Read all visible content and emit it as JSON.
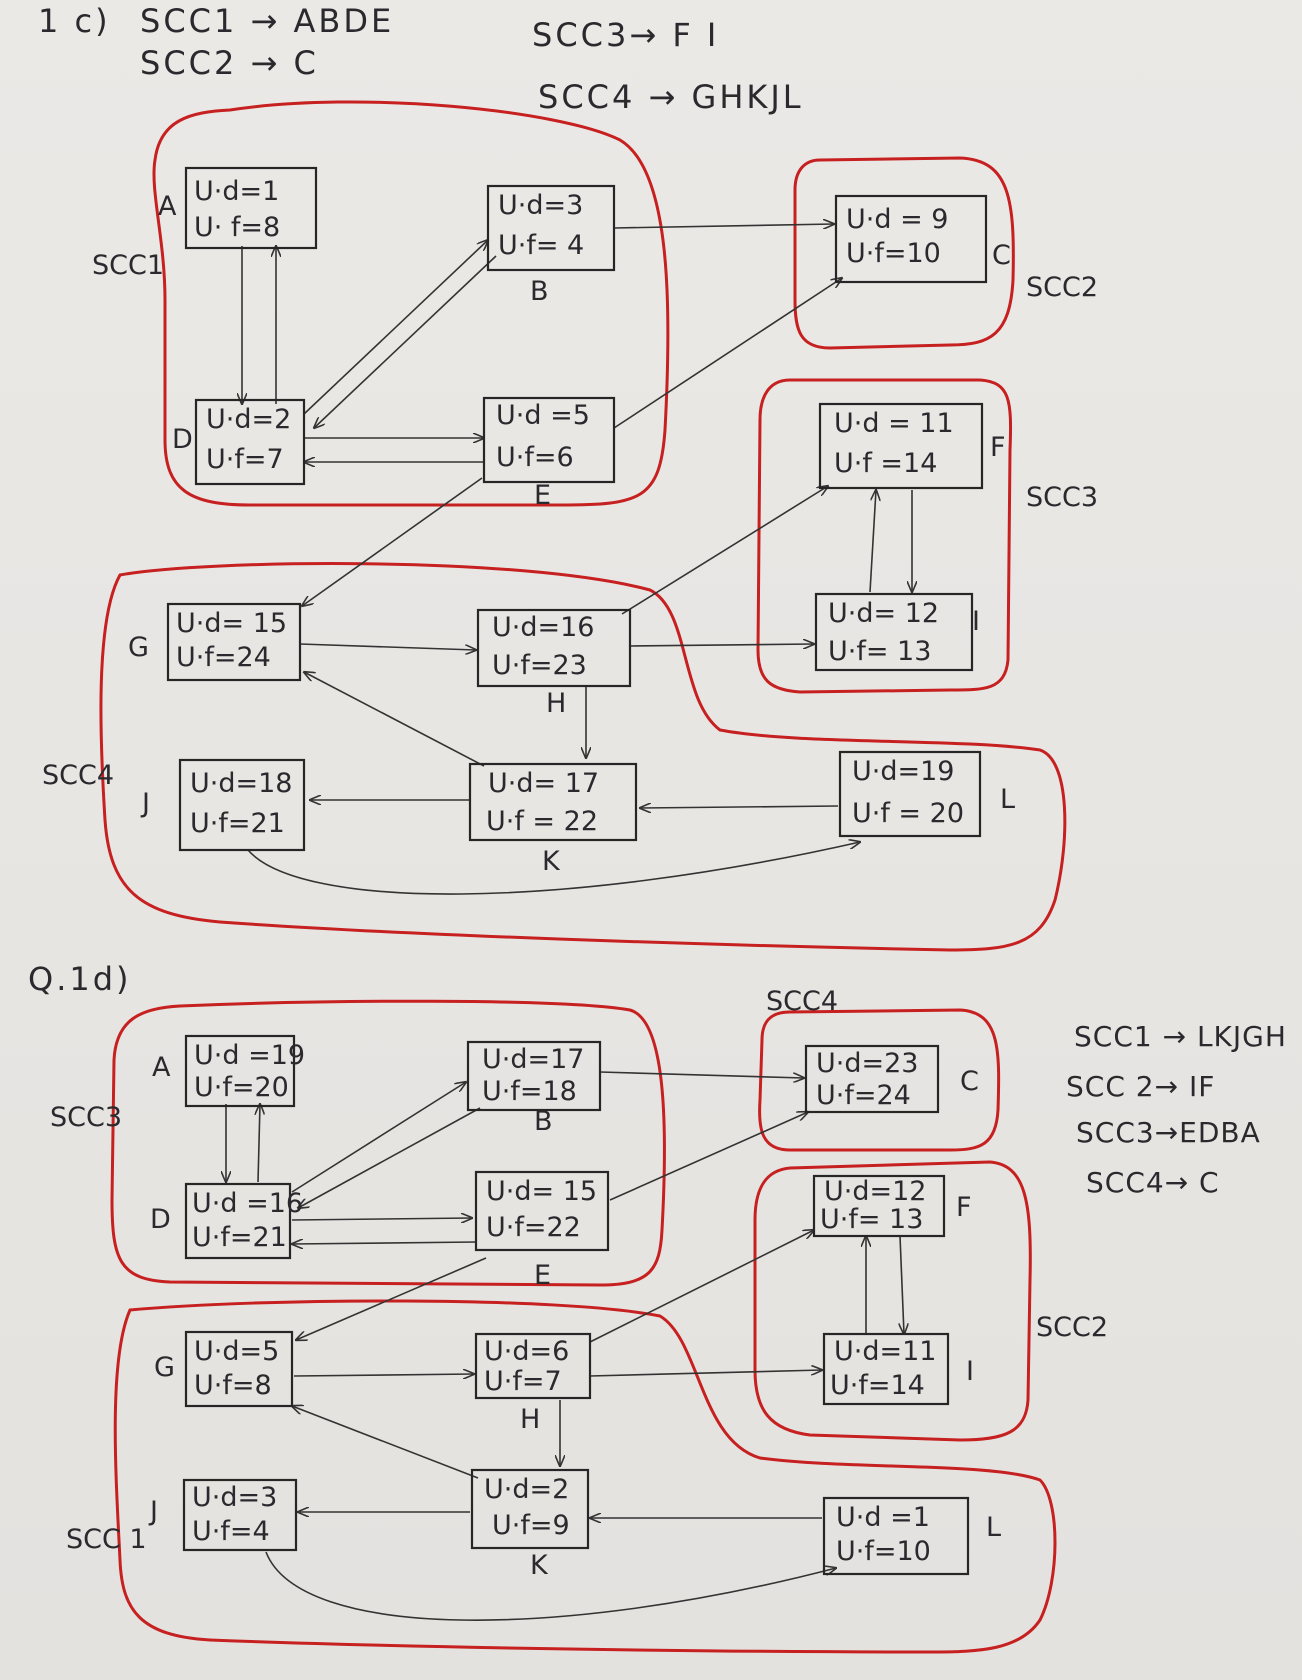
{
  "part_c": {
    "heading": "1 c)",
    "scc_notes": [
      "SCC1 → ABDE",
      "SCC2 → C",
      "SCC3→ F I",
      "SCC4 → GHKJL"
    ],
    "scc_labels": {
      "scc1": "SCC1",
      "scc2": "SCC2",
      "scc3": "SCC3",
      "scc4": "SCC4"
    },
    "nodes": {
      "A": {
        "name": "A",
        "d": "U·d=1",
        "f": "U· f=8"
      },
      "B": {
        "name": "B",
        "d": "U·d=3",
        "f": "U·f= 4"
      },
      "C": {
        "name": "C",
        "d": "U·d = 9",
        "f": "U·f=10"
      },
      "D": {
        "name": "D",
        "d": "U·d=2",
        "f": "U·f=7"
      },
      "E": {
        "name": "E",
        "d": "U·d =5",
        "f": "U·f=6"
      },
      "F": {
        "name": "F",
        "d": "U·d = 11",
        "f": "U·f =14"
      },
      "G": {
        "name": "G",
        "d": "U·d= 15",
        "f": "U·f=24"
      },
      "H": {
        "name": "H",
        "d": "U·d=16",
        "f": "U·f=23"
      },
      "I": {
        "name": "I",
        "d": "U·d= 12",
        "f": "U·f= 13"
      },
      "J": {
        "name": "J",
        "d": "U·d=18",
        "f": "U·f=21"
      },
      "K": {
        "name": "K",
        "d": "U·d= 17",
        "f": "U·f = 22"
      },
      "L": {
        "name": "L",
        "d": "U·d=19",
        "f": "U·f = 20"
      }
    }
  },
  "part_d": {
    "heading": "Q.1d)",
    "scc_notes": [
      "SCC1 → LKJGH",
      "SCC 2→ IF",
      "SCC3→EDBA",
      "SCC4→ C"
    ],
    "scc_labels": {
      "scc1": "SCC 1",
      "scc2": "SCC2",
      "scc3": "SCC3",
      "scc4": "SCC4"
    },
    "nodes": {
      "A": {
        "name": "A",
        "d": "U·d =19",
        "f": "U·f=20"
      },
      "B": {
        "name": "B",
        "d": "U·d=17",
        "f": "U·f=18"
      },
      "C": {
        "name": "C",
        "d": "U·d=23",
        "f": "U·f=24"
      },
      "D": {
        "name": "D",
        "d": "U·d =16",
        "f": "U·f=21"
      },
      "E": {
        "name": "E",
        "d": "U·d= 15",
        "f": "U·f=22"
      },
      "F": {
        "name": "F",
        "d": "U·d=12",
        "f": "U·f= 13"
      },
      "G": {
        "name": "G",
        "d": "U·d=5",
        "f": "U·f=8"
      },
      "H": {
        "name": "H",
        "d": "U·d=6",
        "f": "U·f=7"
      },
      "I": {
        "name": "I",
        "d": "U·d=11",
        "f": "U·f=14"
      },
      "J": {
        "name": "J",
        "d": "U·d=3",
        "f": "U·f=4"
      },
      "K": {
        "name": "K",
        "d": "U·d=2",
        "f": "U·f=9"
      },
      "L": {
        "name": "L",
        "d": "U·d =1",
        "f": "U·f=10"
      }
    }
  },
  "edges": [
    [
      "A",
      "D"
    ],
    [
      "D",
      "A"
    ],
    [
      "D",
      "B"
    ],
    [
      "B",
      "D"
    ],
    [
      "D",
      "E"
    ],
    [
      "E",
      "D"
    ],
    [
      "B",
      "C"
    ],
    [
      "E",
      "C"
    ],
    [
      "E",
      "G"
    ],
    [
      "G",
      "H"
    ],
    [
      "H",
      "F"
    ],
    [
      "H",
      "I"
    ],
    [
      "F",
      "I"
    ],
    [
      "I",
      "F"
    ],
    [
      "H",
      "K"
    ],
    [
      "K",
      "G"
    ],
    [
      "K",
      "J"
    ],
    [
      "L",
      "K"
    ],
    [
      "J",
      "L"
    ]
  ],
  "colors": {
    "ink": "#2a2a2e",
    "scc_outline": "#c62020",
    "paper": "#e6e4e1"
  }
}
